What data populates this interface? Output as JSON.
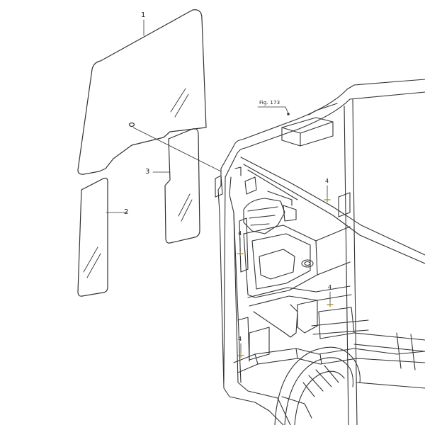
{
  "diagram": {
    "callouts": {
      "glass_top": "1",
      "glass_lower": "2",
      "glass_mid": "3",
      "bolt_a": "4",
      "bolt_b": "4",
      "bolt_c": "4",
      "bolt_d": "4"
    },
    "figure_ref": "Fig. 173",
    "colors": {
      "line": "#333333",
      "callout_marker": "#a08a2c"
    }
  }
}
